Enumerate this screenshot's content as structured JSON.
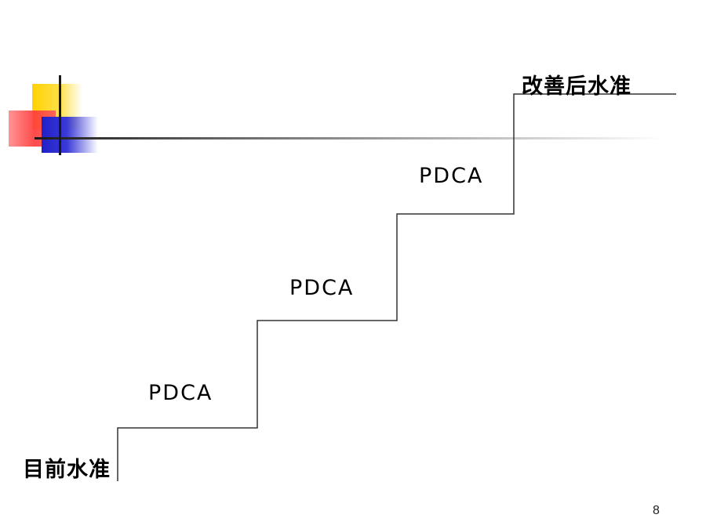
{
  "diagram": {
    "start_label": "目前水准",
    "end_label": "改善后水准",
    "steps": [
      "PDCA",
      "PDCA",
      "PDCA"
    ]
  },
  "page_number": "8"
}
